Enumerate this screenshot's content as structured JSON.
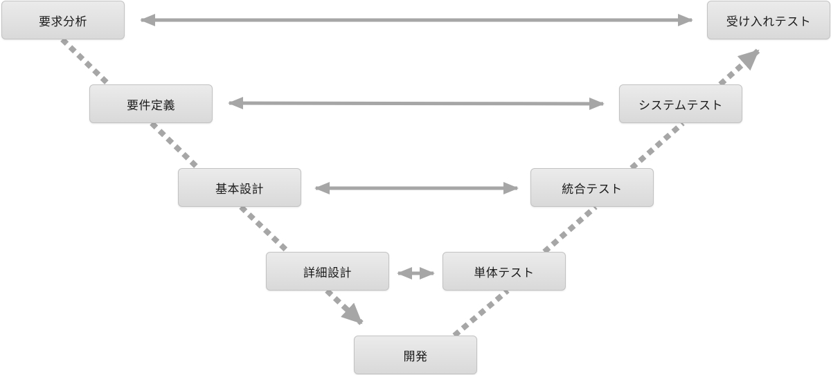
{
  "diagram": {
    "left_phases": [
      {
        "id": "req-analysis",
        "label": "要求分析"
      },
      {
        "id": "requirements",
        "label": "要件定義"
      },
      {
        "id": "basic-design",
        "label": "基本設計"
      },
      {
        "id": "detail-design",
        "label": "詳細設計"
      }
    ],
    "bottom_phase": {
      "id": "development",
      "label": "開発"
    },
    "right_phases": [
      {
        "id": "unit-test",
        "label": "単体テスト"
      },
      {
        "id": "integration-test",
        "label": "統合テスト"
      },
      {
        "id": "system-test",
        "label": "システムテスト"
      },
      {
        "id": "acceptance-test",
        "label": "受け入れテスト"
      }
    ],
    "correspondences": [
      {
        "from": "要求分析",
        "to": "受け入れテスト"
      },
      {
        "from": "要件定義",
        "to": "システムテスト"
      },
      {
        "from": "基本設計",
        "to": "統合テスト"
      },
      {
        "from": "詳細設計",
        "to": "単体テスト"
      }
    ],
    "colors": {
      "node_fill_top": "#ebebeb",
      "node_fill_bottom": "#d9d9d9",
      "node_border": "#c2c2c2",
      "arrow": "#a6a6a6",
      "text": "#1a1a1a"
    }
  }
}
